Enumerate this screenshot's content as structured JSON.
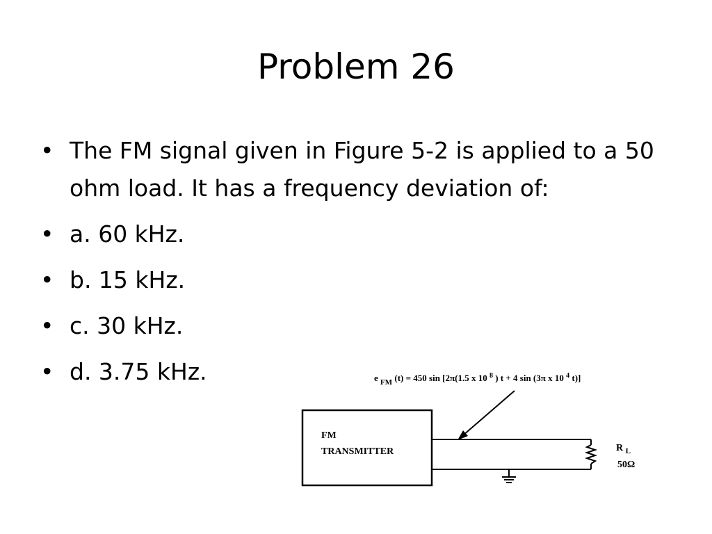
{
  "title": "Problem 26",
  "question": "The FM signal given in Figure 5-2 is applied to a 50 ohm load. It has a frequency deviation of:",
  "options": [
    "a. 60 kHz.",
    "b. 15 kHz.",
    "c. 30 kHz.",
    "d. 3.75 kHz."
  ],
  "figure": {
    "equation_lhs": "e",
    "equation_sub": "FM",
    "equation_rhs": "(t) = 450 sin [2π(1.5 x 10",
    "equation_exp1": "8",
    "equation_mid": ") t + 4 sin (3π x 10",
    "equation_exp2": "4",
    "equation_end": "t)]",
    "transmitter_line1": "FM",
    "transmitter_line2": "TRANSMITTER",
    "load_label": "R",
    "load_sub": "L",
    "load_value": "50Ω"
  }
}
